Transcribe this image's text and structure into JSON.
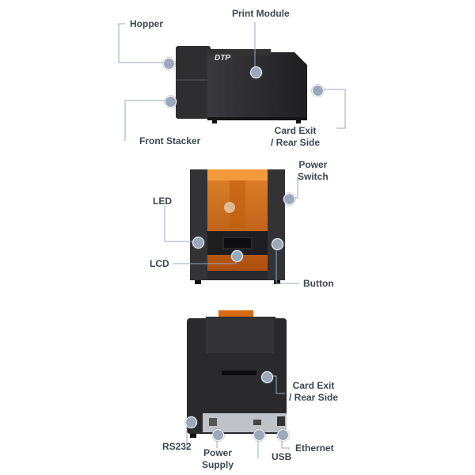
{
  "views": {
    "side": {
      "labels": {
        "hopper": "Hopper",
        "print_module": "Print Module",
        "front_stacker": "Front Stacker",
        "card_exit": "Card Exit\n/ Rear Side"
      },
      "logo_text": "DTP"
    },
    "front": {
      "labels": {
        "led": "LED",
        "lcd": "LCD",
        "power_switch": "Power\nSwitch",
        "button": "Button"
      }
    },
    "rear": {
      "labels": {
        "card_exit": "Card Exit\n/ Rear Side",
        "rs232": "RS232",
        "power_supply": "Power\nSupply",
        "usb": "USB",
        "ethernet": "Ethernet"
      }
    }
  },
  "colors": {
    "callout_line": "#9aa9bb",
    "callout_dot": "#9aa9bb",
    "label_text": "#3d4650",
    "printer_body": "#2b2b2d",
    "printer_cover": "#d86a12"
  }
}
